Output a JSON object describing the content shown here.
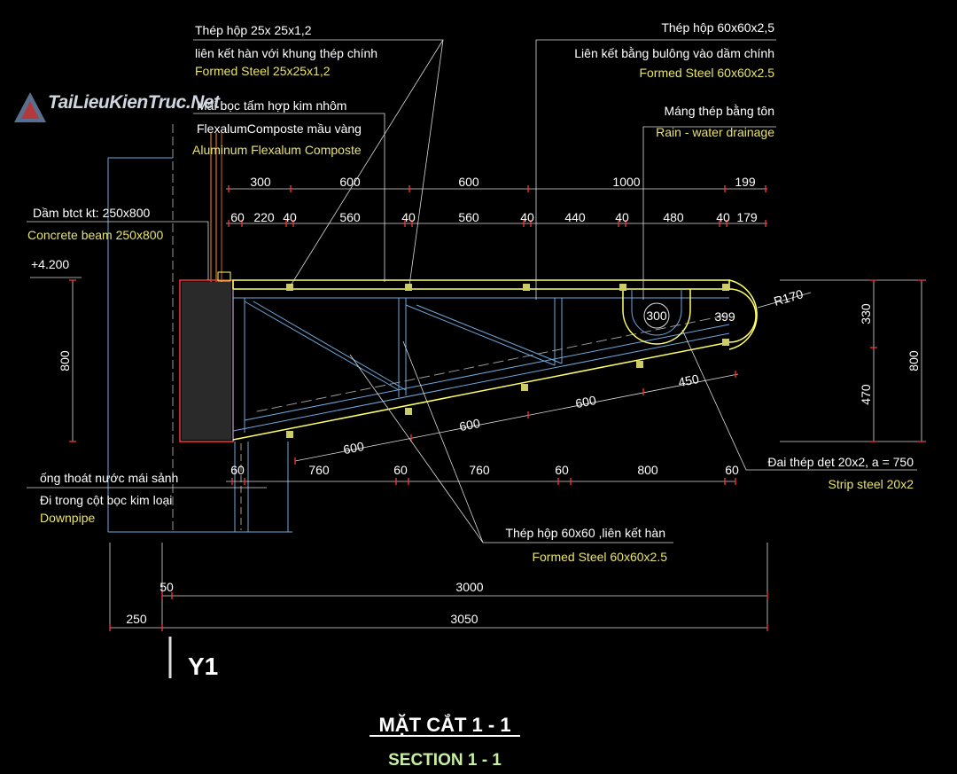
{
  "watermark": {
    "text": "TaiLieuKienTruc.Net"
  },
  "colors": {
    "background": "#000000",
    "frame": "#6fa8dc",
    "roof": "#ffff66",
    "dim_line": "#dcdcdc",
    "dim_tick": "#ff3333",
    "label_vi": "#ffffff",
    "label_en": "#e9e36a",
    "leader": "#dcdcdc",
    "concrete": "#ff3333",
    "title_en": "#c6f0a0"
  },
  "labels": {
    "tube25_vi1": "Thép hộp 25x 25x1,2",
    "tube25_vi2": "liên kết hàn với khung thép chính",
    "tube25_en": "Formed Steel 25x25x1,2",
    "roof_vi1": "Mái bọc tấm hợp kim nhôm",
    "roof_vi2": "FlexalumComposte mầu vàng",
    "roof_en": "Aluminum Flexalum Composte",
    "tube60_vi1": "Thép hộp 60x60x2,5",
    "tube60_vi2": "Liên kết bằng bulông vào dầm chính",
    "tube60_en": "Formed Steel 60x60x2.5",
    "gutter_vi": "Máng thép bằng tôn",
    "gutter_en": "Rain - water drainage",
    "beam_vi": "Dầm btct kt: 250x800",
    "beam_en": "Concrete beam 250x800",
    "elevation": "+4.200",
    "strip_vi": "Đai thép dẹt 20x2, a = 750",
    "strip_en": "Strip steel 20x2",
    "pipe_vi1": "ống thoát nước mái sảnh",
    "pipe_vi2": "Đi trong cột bọc kim loại",
    "pipe_en": "Downpipe",
    "weld_vi": "Thép hộp 60x60 ,liên kết hàn",
    "weld_en": "Formed Steel 60x60x2.5",
    "radius": "R170",
    "gutter_dia": "300",
    "gutter_len": "399",
    "axis": "Y1"
  },
  "dimensions": {
    "top_row1": [
      "300",
      "600",
      "600",
      "1000",
      "199"
    ],
    "top_row2": [
      "60",
      "220",
      "40",
      "560",
      "40",
      "560",
      "40",
      "440",
      "40",
      "480",
      "40",
      "179"
    ],
    "left_height": "800",
    "right_outer": "800",
    "right_inner": [
      "330",
      "470"
    ],
    "bottom_row": [
      "60",
      "760",
      "60",
      "760",
      "60",
      "800",
      "60"
    ],
    "slope": [
      "600",
      "600",
      "600",
      "450"
    ],
    "span_3000": "3000",
    "span_50": "50",
    "span_3050": "3050",
    "span_250": "250"
  },
  "title": {
    "vi": "MẶT CẮT 1 - 1",
    "en": "SECTION 1 - 1"
  }
}
